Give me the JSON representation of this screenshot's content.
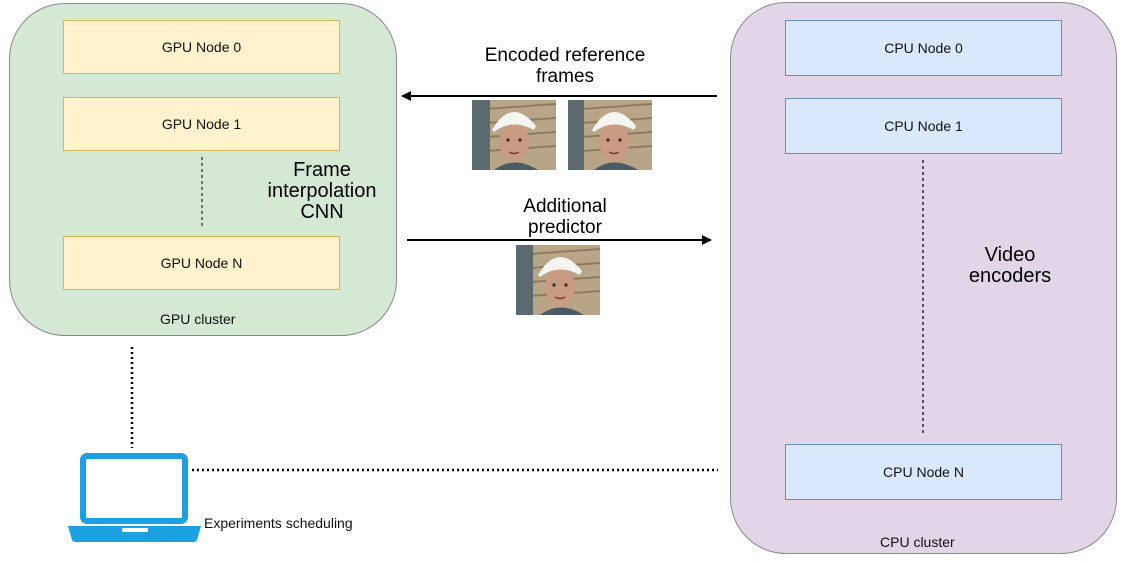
{
  "gpu_cluster": {
    "label": "GPU cluster",
    "nodes": [
      "GPU Node 0",
      "GPU Node 1",
      "GPU Node N"
    ],
    "color": "#d5e8d4",
    "node_color": "#fff2cc"
  },
  "cpu_cluster": {
    "label": "CPU cluster",
    "nodes": [
      "CPU Node 0",
      "CPU Node 1",
      "CPU Node N"
    ],
    "color": "#e1d5e7",
    "node_color": "#dae8fc"
  },
  "labels": {
    "frame_interpolation_line1": "Frame",
    "frame_interpolation_line2": "interpolation",
    "frame_interpolation_line3": "CNN",
    "video_encoders_line1": "Video",
    "video_encoders_line2": "encoders",
    "encoded_reference_line1": "Encoded reference",
    "encoded_reference_line2": "frames",
    "additional_predictor_line1": "Additional",
    "additional_predictor_line2": "predictor",
    "experiments_scheduling": "Experiments scheduling"
  },
  "icons": {
    "laptop": "laptop-icon",
    "frame_thumbnail": "frame-thumbnail-image"
  },
  "accent_color": "#1ba1e2"
}
